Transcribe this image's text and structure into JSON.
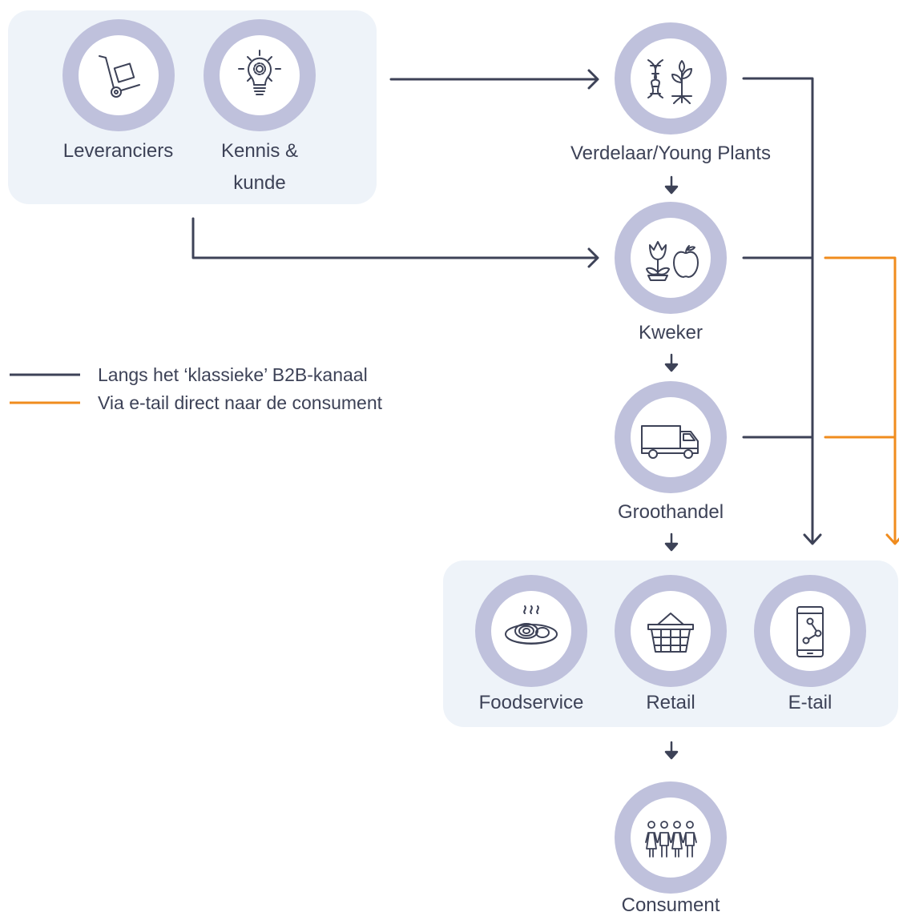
{
  "nodes": {
    "leveranciers": {
      "label": "Leveranciers",
      "icon": "hand-truck-icon"
    },
    "kennis": {
      "label_line1": "Kennis &",
      "label_line2": "kunde",
      "icon": "lightbulb-gear-icon"
    },
    "verdelaar": {
      "label": "Verdelaar/Young Plants",
      "icon": "dna-plant-icon"
    },
    "kweker": {
      "label": "Kweker",
      "icon": "tulip-apple-icon"
    },
    "groothandel": {
      "label": "Groothandel",
      "icon": "truck-icon"
    },
    "foodservice": {
      "label": "Foodservice",
      "icon": "food-plate-icon"
    },
    "retail": {
      "label": "Retail",
      "icon": "shopping-basket-icon"
    },
    "etail": {
      "label": "E-tail",
      "icon": "smartphone-network-icon"
    },
    "consument": {
      "label": "Consument",
      "icon": "people-group-icon"
    }
  },
  "legend": [
    {
      "label": "Langs het ‘klassieke’ B2B-kanaal",
      "color": "#3d4257"
    },
    {
      "label": "Via e-tail direct naar de consument",
      "color": "#f08c1e"
    }
  ],
  "colors": {
    "b2b_line": "#3d4257",
    "etail_line": "#f08c1e",
    "ring": "#bfc1dc",
    "panel": "#eef3f9"
  }
}
